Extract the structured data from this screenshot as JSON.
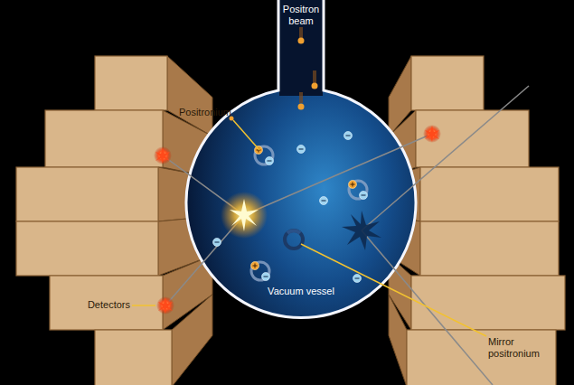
{
  "diagram": {
    "nodes": [
      {
        "text": [
          "Positron beam",
          "Vacuum vessel"
        ]
      }
    ],
    "labels": [
      "Positronium",
      "Detectors",
      "Mirror positronium"
    ]
  }
}
